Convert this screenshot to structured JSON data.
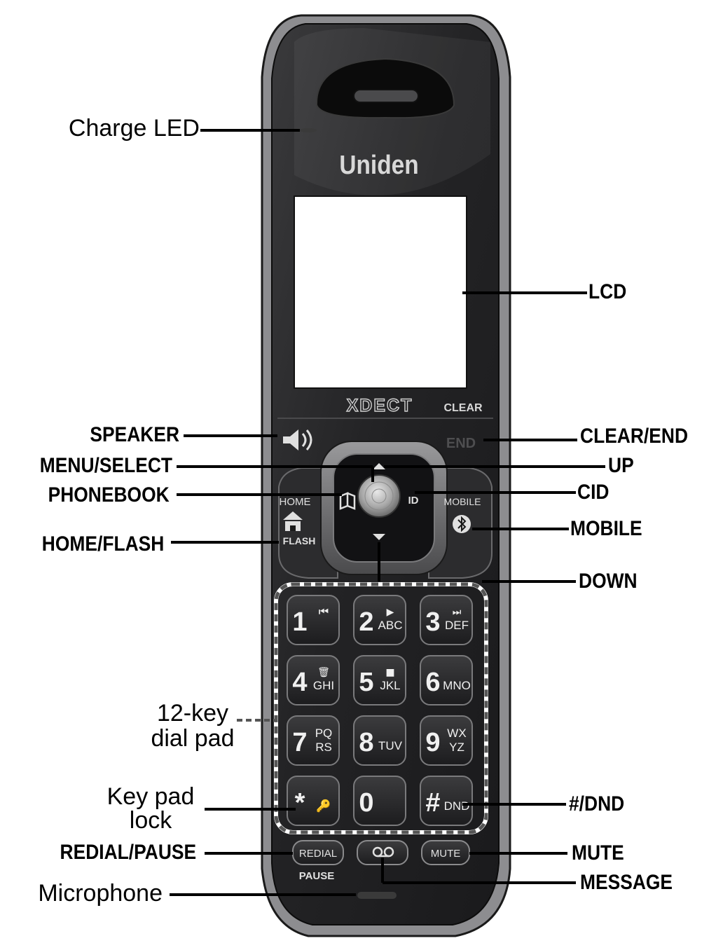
{
  "device": {
    "brand": "Uniden",
    "product_logo": "XDECT",
    "clear_key_label": "CLEAR",
    "end_key_label": "END",
    "home_key_top": "HOME",
    "home_key_bottom": "FLASH",
    "mobile_key_label": "MOBILE",
    "cid_key_label": "ID",
    "redial_label": "REDIAL",
    "pause_label": "PAUSE",
    "mute_label": "MUTE",
    "keys": [
      {
        "digit": "1",
        "sub": "⏮"
      },
      {
        "digit": "2",
        "sub": "ABC",
        "sym": "▶"
      },
      {
        "digit": "3",
        "sub": "DEF",
        "sym": "⏭"
      },
      {
        "digit": "4",
        "sub": "GHI",
        "sym": "🗑"
      },
      {
        "digit": "5",
        "sub": "JKL",
        "sym": "■"
      },
      {
        "digit": "6",
        "sub": "MNO"
      },
      {
        "digit": "7",
        "sub": "PQ",
        "sub2": "RS"
      },
      {
        "digit": "8",
        "sub": "TUV"
      },
      {
        "digit": "9",
        "sub": "WX",
        "sub2": "YZ"
      },
      {
        "digit": "*",
        "sub": "🔑"
      },
      {
        "digit": "0",
        "sub": ""
      },
      {
        "digit": "#",
        "sub": "DND"
      }
    ]
  },
  "labels": {
    "charge_led": "Charge LED",
    "lcd": "LCD",
    "speaker": "SPEAKER",
    "clear_end": "CLEAR/END",
    "menu_select": "MENU/SELECT",
    "up": "UP",
    "phonebook": "PHONEBOOK",
    "cid": "CID",
    "mobile": "MOBILE",
    "home_flash": "HOME/FLASH",
    "down": "DOWN",
    "dial_pad_line1": "12-key",
    "dial_pad_line2": "dial pad",
    "keypad_lock_line1": "Key pad",
    "keypad_lock_line2": "lock",
    "hash_dnd": "#/DND",
    "redial_pause": "REDIAL/PAUSE",
    "mute": "MUTE",
    "message": "MESSAGE",
    "microphone": "Microphone"
  },
  "icons": [
    "speaker-icon",
    "phonebook-icon",
    "home-icon",
    "bluetooth-icon",
    "voicemail-icon",
    "navigation-dial-icon"
  ]
}
